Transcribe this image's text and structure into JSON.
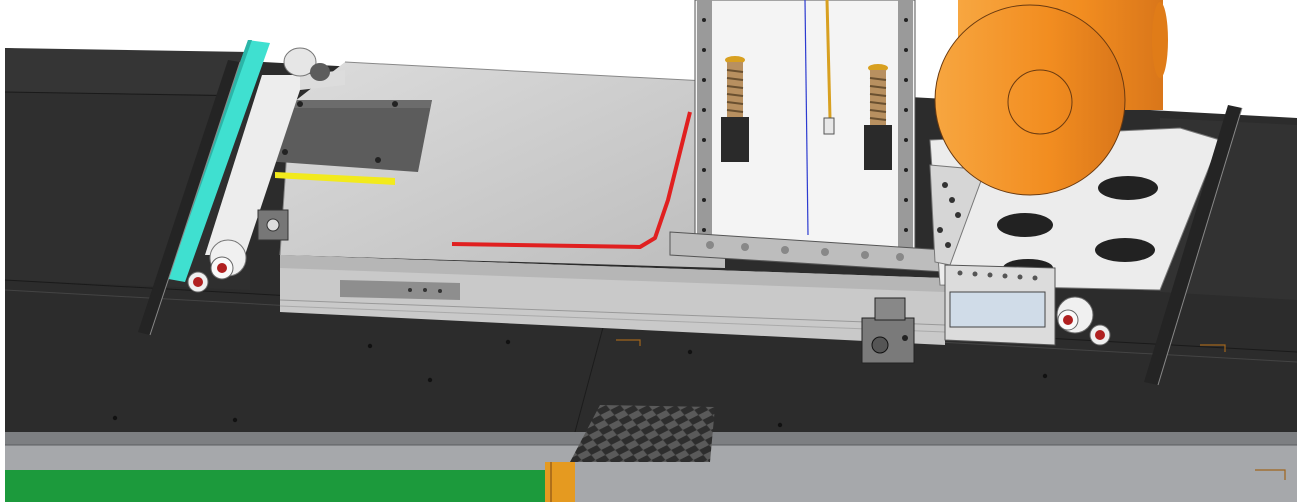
{
  "scene": {
    "kind": "CAD model render",
    "colors": {
      "background": "#ffffff",
      "conveyor_dark": "#2b2b2b",
      "conveyor_mid": "#3c3c3c",
      "side_rail_gray": "#9a9c9e",
      "green_strip": "#1c9a3c",
      "orange_mark": "#e59a20",
      "plate_gray": "#cfcfcf",
      "cyan_rail": "#3fe0d0",
      "yellow_pad": "#f2ea1c",
      "red_path": "#e02020",
      "orange_drum": "#f28d20",
      "cradle_white": "#ececec",
      "column_white": "#f4f4f4"
    },
    "parts": [
      "conveyor-bed",
      "left-guide-rail",
      "left-roller-assembly",
      "sliding-table",
      "mounting-plate",
      "red-path-line",
      "vertical-column",
      "spring-assemblies",
      "orange-drum",
      "right-cradle",
      "right-guide-rail",
      "right-roller-assembly",
      "bracket-block",
      "knurled-grate",
      "front-rail-with-green-strip"
    ]
  }
}
